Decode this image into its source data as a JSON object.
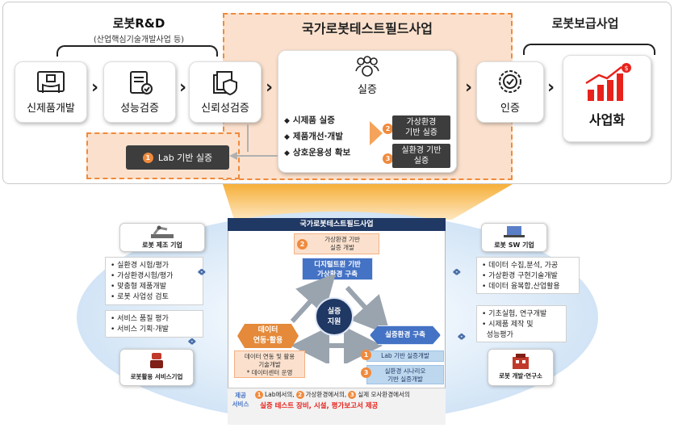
{
  "top": {
    "rd_title": "로봇R&D",
    "rd_subtitle": "(산업핵심기술개발사업 등)",
    "test_field_title": "국가로봇테스트필드사업",
    "supply_title": "로봇보급사업",
    "steps": {
      "new_product": "신제품개발",
      "performance": "성능검증",
      "reliability": "신뢰성검증",
      "demo": "실증",
      "certification": "인증",
      "commercialization": "사업화"
    },
    "lab": {
      "num": "1",
      "label": "Lab 기반 실증"
    },
    "demo_bullets": [
      "시제품 실증",
      "제품개선·개발",
      "상호운용성 확보"
    ],
    "virtual": {
      "num": "2",
      "label1": "가상환경",
      "label2": "기반 실증"
    },
    "real": {
      "num": "3",
      "label1": "실환경 기반",
      "label2": "실증"
    }
  },
  "bottom": {
    "header": "국가로봇테스트필드사업",
    "virtual_small": {
      "num": "2",
      "line1": "가상환경 기반",
      "line2": "실증 개발"
    },
    "digital_twin": {
      "line1": "디지털트윈 기반",
      "line2": "가상환경 구축"
    },
    "center": {
      "line1": "실증",
      "line2": "지원"
    },
    "data": {
      "line1": "데이터",
      "line2": "연동·활용"
    },
    "data_detail": {
      "line1": "데이터 연동 및 활용",
      "line2": "기술개발",
      "line3": "* 데이터센터 운영"
    },
    "real_env": "실증환경 구축",
    "lab_small": {
      "num": "1",
      "label": "Lab 기반 실증개발"
    },
    "real_scenario": {
      "num": "3",
      "line1": "실환경 시나리오",
      "line2": "기반 실증개발"
    },
    "footer": {
      "label1": "제공",
      "label2": "서비스",
      "n1": "1",
      "t1": "Lab에서의,",
      "n2": "2",
      "t2": "가상환경에서의,",
      "n3": "3",
      "t3": "실제 모사환경에서의",
      "line2": "실증 테스트 장비, 시설, 평가보고서 제공"
    },
    "left": {
      "maker": "로봇 제조 기업",
      "maker_list": [
        "실환경 시험/평가",
        "가상환경시험/평가",
        "맞춤형 제품개발",
        "로봇 사업성 검토"
      ],
      "service_list": [
        "서비스 품질 평가",
        "서비스 기획·개발"
      ],
      "service_company": "로봇활용 서비스기업"
    },
    "right": {
      "sw": "로봇 SW 기업",
      "sw_list": [
        "데이터 수집,분석, 가공",
        "가상환경 구현기술개발",
        "데이터 융복합,산업활용"
      ],
      "lab_list": [
        "기초실험, 연구개발",
        "시제품 제작 및",
        "성능평가"
      ],
      "lab": "로봇 개발·연구소"
    }
  },
  "colors": {
    "orange": "#f08a3c",
    "navy": "#1f3864",
    "blue": "#4472c4",
    "dark": "#3d3d3d",
    "red": "#e8221b"
  }
}
